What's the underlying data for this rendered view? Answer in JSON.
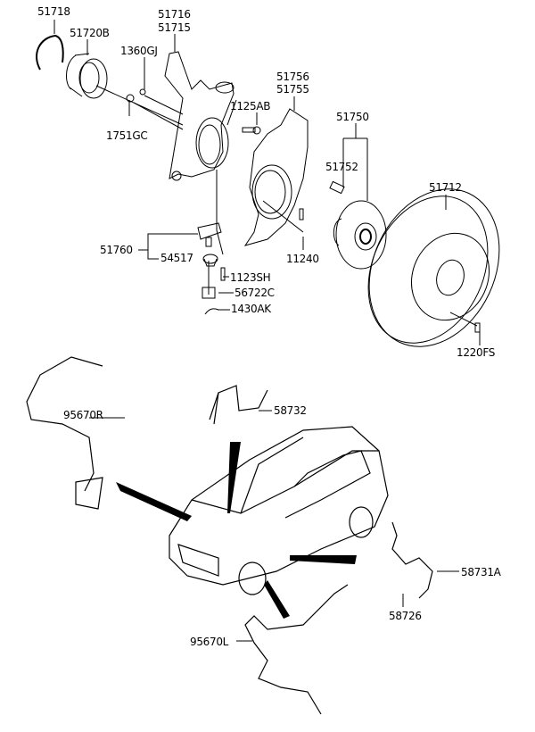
{
  "labels": {
    "p51718": "51718",
    "p51720B": "51720B",
    "p1360GJ": "1360GJ",
    "p51716": "51716",
    "p51715": "51715",
    "p1751GC": "1751GC",
    "p1125AB": "1125AB",
    "p51756": "51756",
    "p51755": "51755",
    "p51750": "51750",
    "p51752": "51752",
    "p51712": "51712",
    "p51760": "51760",
    "p54517": "54517",
    "p1123SH": "1123SH",
    "p56722C": "56722C",
    "p1430AK": "1430AK",
    "p11240": "11240",
    "p1220FS": "1220FS",
    "p95670R": "95670R",
    "p58732": "58732",
    "p58731A": "58731A",
    "p58726": "58726",
    "p95670L": "95670L"
  }
}
